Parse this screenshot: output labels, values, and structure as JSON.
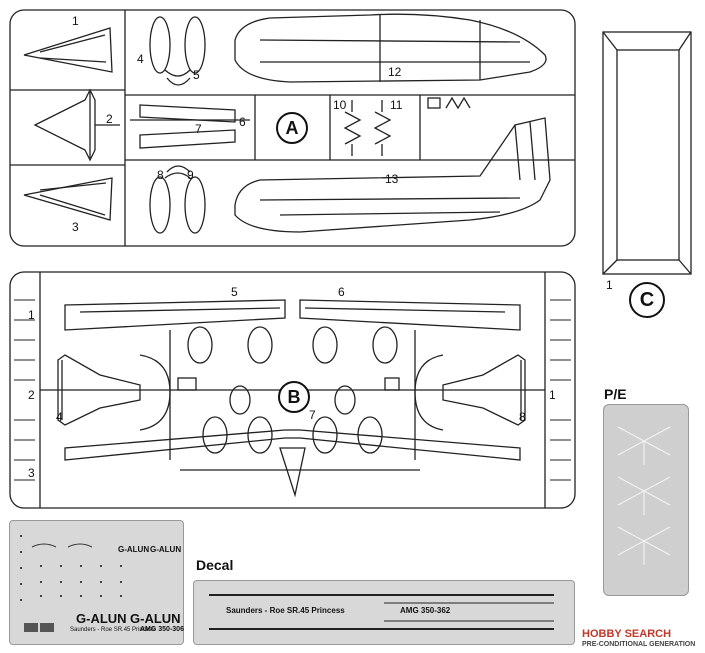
{
  "sprue_a": {
    "letter": "A",
    "part_numbers": [
      "1",
      "2",
      "3",
      "4",
      "5",
      "6",
      "7",
      "8",
      "9",
      "10",
      "11",
      "12",
      "13"
    ]
  },
  "sprue_b": {
    "letter": "B",
    "part_numbers": [
      "1",
      "2",
      "3",
      "4",
      "5",
      "6",
      "7",
      "8",
      "1"
    ]
  },
  "sprue_c": {
    "letter": "C",
    "part_numbers": [
      "1"
    ]
  },
  "photo_etch": {
    "label": "P/E"
  },
  "decal": {
    "label": "Decal",
    "sheet1": {
      "registration_1": "G-ALUN",
      "registration_2": "G-ALUN",
      "small_reg_1": "G-ALUN",
      "small_reg_2": "G-ALUN",
      "caption": "Saunders - Roe SR.45 Princess",
      "code": "AMG 350-306"
    },
    "sheet2": {
      "caption": "Saunders - Roe SR.45 Princess",
      "code": "AMG 350-362"
    }
  },
  "watermark": {
    "brand": "HOBBY SEARCH",
    "note": "PRE-CONDITIONAL GENERATION"
  }
}
